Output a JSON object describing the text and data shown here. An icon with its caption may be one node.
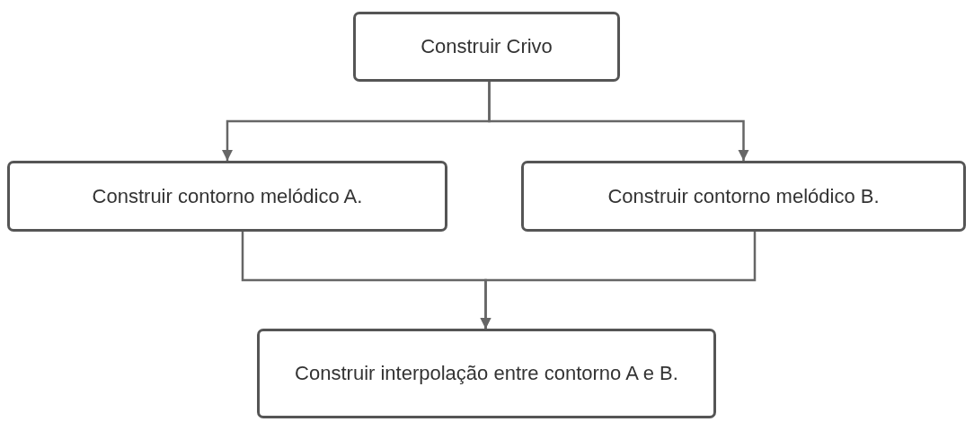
{
  "diagram": {
    "nodes": [
      {
        "text": [
          "Construir Crivo"
        ]
      },
      {
        "text": [
          "Construir contorno melódico A."
        ]
      },
      {
        "text": [
          "Construir contorno melódico B."
        ]
      },
      {
        "text": [
          "Construir interpolação entre contorno A e B."
        ]
      }
    ],
    "edges": [
      {
        "from": 0,
        "to": 1,
        "arrow": "to"
      },
      {
        "from": 0,
        "to": 2,
        "arrow": "to"
      },
      {
        "from": 1,
        "to": 3,
        "arrow": "to"
      },
      {
        "from": 2,
        "to": 3,
        "arrow": "to"
      }
    ]
  }
}
